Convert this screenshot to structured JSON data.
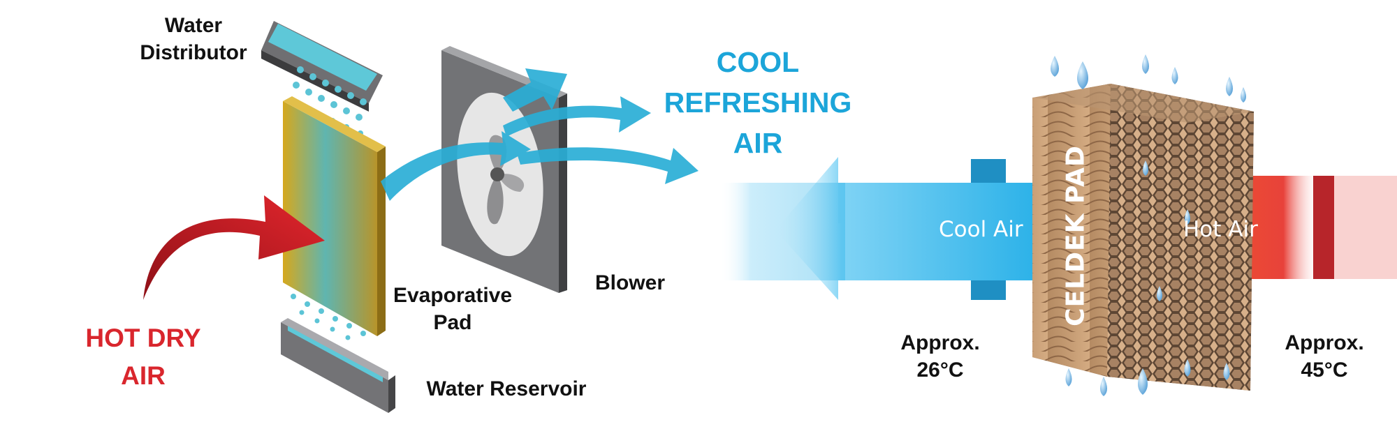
{
  "left_diagram": {
    "water_distributor_label": [
      "Water",
      "Distributor"
    ],
    "cool_air_label": [
      "COOL",
      "REFRESHING",
      "AIR"
    ],
    "hot_air_label": [
      "HOT DRY",
      "AIR"
    ],
    "evaporative_pad_label": [
      "Evaporative",
      "Pad"
    ],
    "blower_label": "Blower",
    "water_reservoir_label": "Water Reservoir"
  },
  "right_diagram": {
    "pad_label": "CELDEK PAD",
    "cool_air_arrow_label": "Cool Air",
    "hot_air_arrow_label": "Hot Air",
    "cool_temp_label": [
      "Approx.",
      "26°C"
    ],
    "hot_temp_label": [
      "Approx.",
      "45°C"
    ]
  },
  "colors": {
    "cool_blue": "#1ca5d9",
    "hot_red": "#d9262d",
    "pad_yellow": "#c9a227",
    "cardboard": "#c89f78"
  }
}
